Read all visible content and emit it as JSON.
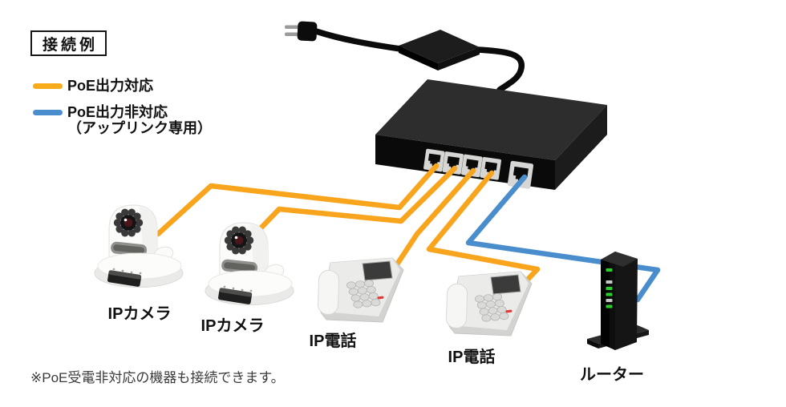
{
  "title": "接続例",
  "legend": {
    "items": [
      {
        "label": "PoE出力対応",
        "sublabel": "",
        "color": "#F8AC1B"
      },
      {
        "label": "PoE出力非対応",
        "sublabel": "（アップリンク専用）",
        "color": "#4A8DCC"
      }
    ]
  },
  "devices": {
    "camera1": "IPカメラ",
    "camera2": "IPカメラ",
    "phone1": "IP電話",
    "phone2": "IP電話",
    "router": "ルーター"
  },
  "note": "※PoE受電非対応の機器も接続できます。",
  "colors": {
    "poe_cable": "#F8A41D",
    "uplink_cable": "#4A8DCC"
  }
}
